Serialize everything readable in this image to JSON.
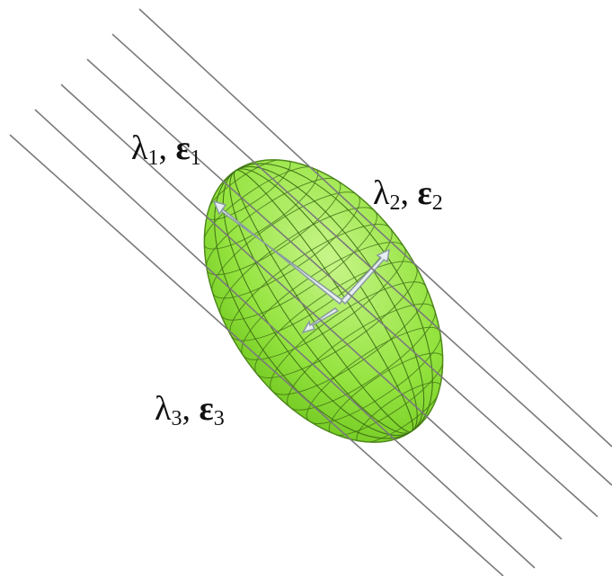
{
  "labels": {
    "first": {
      "lambda": "λ",
      "lambda_sub": "1",
      "sep": ", ",
      "epsilon": "ε",
      "epsilon_sub": "1"
    },
    "second": {
      "lambda": "λ",
      "lambda_sub": "2",
      "sep": ", ",
      "epsilon": "ε",
      "epsilon_sub": "2"
    },
    "third": {
      "lambda": "λ",
      "lambda_sub": "3",
      "sep": ", ",
      "epsilon": "ε",
      "epsilon_sub": "3"
    }
  },
  "colors": {
    "ellipsoid_fill": "#9ee64a",
    "ellipsoid_mesh": "#3d6e16",
    "lines": "#7a7a7a",
    "arrow_fill": "#e6eef2",
    "arrow_stroke": "#8a9aa0"
  }
}
